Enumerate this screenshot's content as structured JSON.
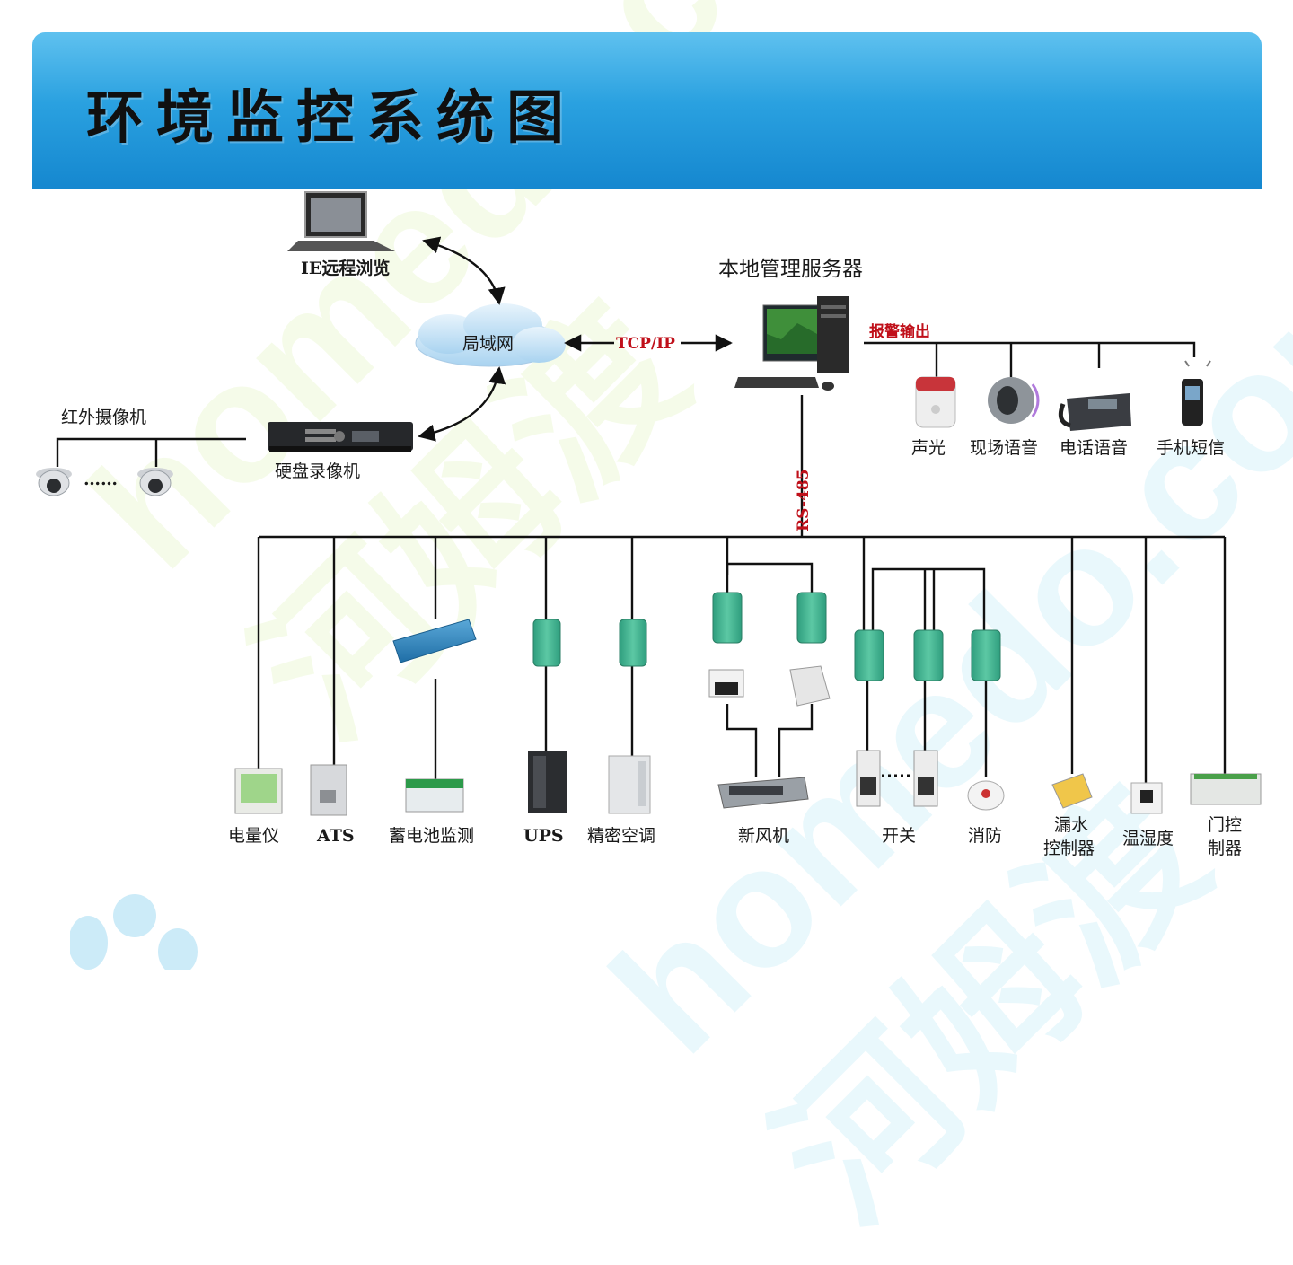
{
  "title": "环境监控系统图",
  "watermark": "homedo.com 河姆渡",
  "nodes": {
    "ie_remote": "IE远程浏览",
    "lan": "局域网",
    "tcpip": "TCP/IP",
    "server": "本地管理服务器",
    "alarm_output": "报警输出",
    "ir_camera": "红外摄像机",
    "camera_dots": "……",
    "dvr": "硬盘录像机",
    "rs485": "RS-485"
  },
  "alarm_devices": [
    {
      "label": "声光"
    },
    {
      "label": "现场语音"
    },
    {
      "label": "电话语音"
    },
    {
      "label": "手机短信"
    }
  ],
  "field_devices": [
    {
      "label": "电量仪"
    },
    {
      "label": "ATS"
    },
    {
      "label": "蓄电池监测"
    },
    {
      "label": "UPS"
    },
    {
      "label": "精密空调"
    },
    {
      "label": "新风机"
    },
    {
      "label": "开关"
    },
    {
      "label": "消防"
    },
    {
      "label": "漏水",
      "label2": "控制器"
    },
    {
      "label": "温湿度"
    },
    {
      "label": "门控",
      "label2": "制器"
    }
  ],
  "colors": {
    "banner_top": "#5fc1ef",
    "banner_bottom": "#1587cf",
    "line": "#111111",
    "alarm_red": "#c0101a",
    "module_green": "#3fb18f"
  }
}
